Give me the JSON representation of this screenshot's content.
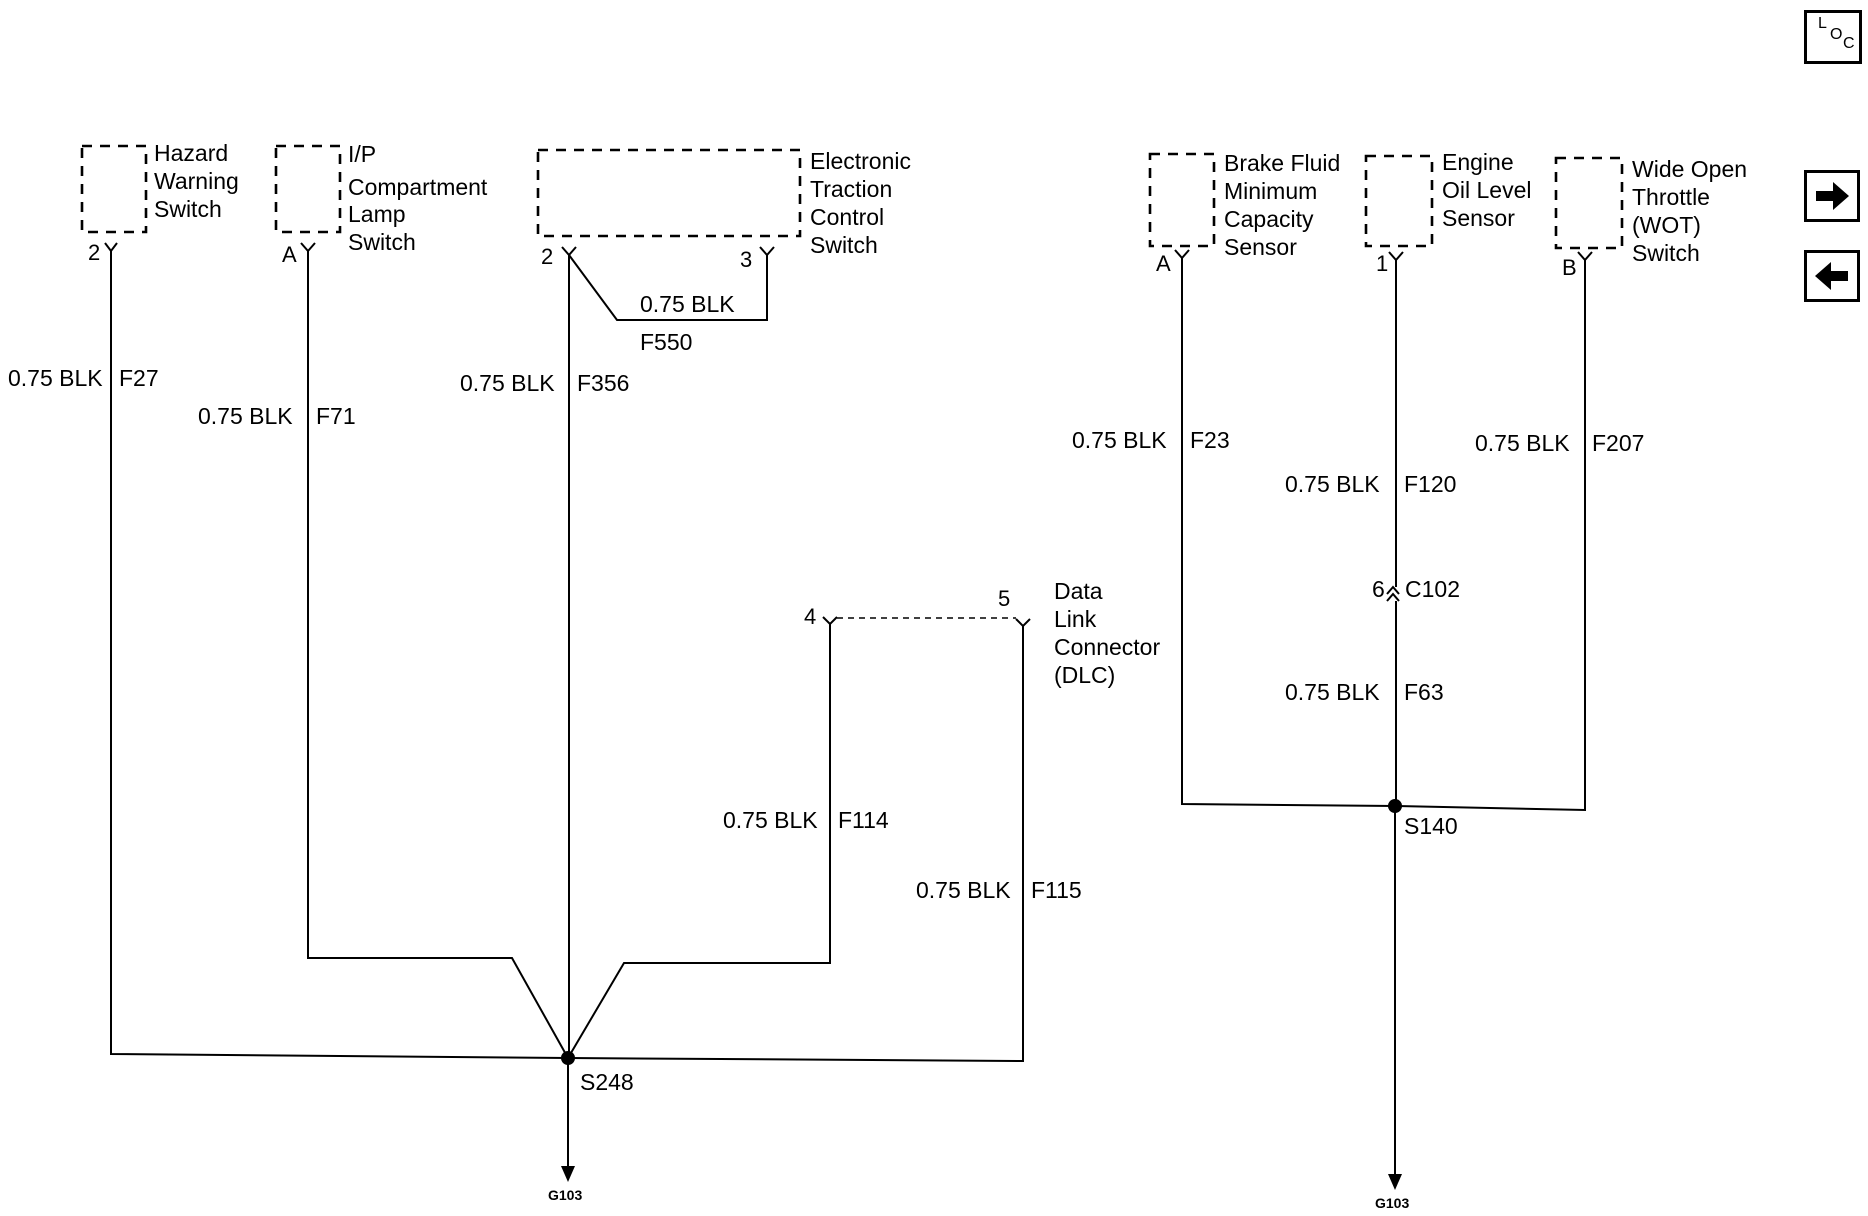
{
  "components": {
    "hazard_warning_switch": {
      "lines": [
        "Hazard",
        "Warning",
        "Switch"
      ],
      "pin": "2"
    },
    "ip_compartment_lamp_switch": {
      "lines": [
        "I/P",
        "Compartment",
        "Lamp",
        "Switch"
      ],
      "pin": "A"
    },
    "electronic_traction_control_switch": {
      "lines": [
        "Electronic",
        "Traction",
        "Control",
        "Switch"
      ],
      "pin_left": "2",
      "pin_right": "3"
    },
    "brake_fluid_sensor": {
      "lines": [
        "Brake Fluid",
        "Minimum",
        "Capacity",
        "Sensor"
      ],
      "pin": "A"
    },
    "engine_oil_level_sensor": {
      "lines": [
        "Engine",
        "Oil Level",
        "Sensor"
      ],
      "pin": "1"
    },
    "wot_switch": {
      "lines": [
        "Wide Open",
        "Throttle",
        "(WOT)",
        "Switch"
      ],
      "pin": "B"
    },
    "data_link_connector": {
      "lines": [
        "Data",
        "Link",
        "Connector",
        "(DLC)"
      ],
      "pin_left": "4",
      "pin_right": "5"
    }
  },
  "wires": {
    "f27": {
      "gauge_color": "0.75 BLK",
      "circuit": "F27"
    },
    "f71": {
      "gauge_color": "0.75 BLK",
      "circuit": "F71"
    },
    "f356": {
      "gauge_color": "0.75 BLK",
      "circuit": "F356"
    },
    "f550": {
      "gauge_color": "0.75 BLK",
      "circuit": "F550"
    },
    "f114": {
      "gauge_color": "0.75 BLK",
      "circuit": "F114"
    },
    "f115": {
      "gauge_color": "0.75 BLK",
      "circuit": "F115"
    },
    "f23": {
      "gauge_color": "0.75 BLK",
      "circuit": "F23"
    },
    "f120": {
      "gauge_color": "0.75 BLK",
      "circuit": "F120"
    },
    "f207": {
      "gauge_color": "0.75 BLK",
      "circuit": "F207"
    },
    "f63": {
      "gauge_color": "0.75 BLK",
      "circuit": "F63"
    }
  },
  "connector_c102": {
    "pin": "6",
    "name": "C102"
  },
  "splices": {
    "left": "S248",
    "right": "S140"
  },
  "grounds": {
    "left": "G103",
    "right": "G103"
  },
  "nav": {
    "loc_letters": [
      "L",
      "O",
      "C"
    ],
    "next_icon": "arrow-right-icon",
    "prev_icon": "arrow-left-icon"
  }
}
